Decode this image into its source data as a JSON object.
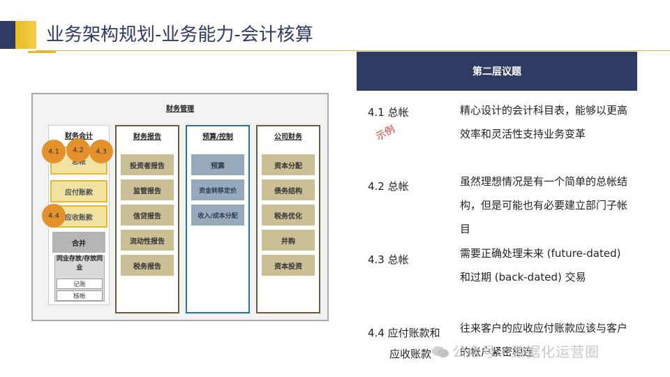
{
  "header": {
    "title": "业务架构规划-业务能力-会计核算"
  },
  "diagram": {
    "title": "财务管理",
    "col1": {
      "title": "财务会计",
      "boxes": [
        "总帐",
        "应付账款",
        "应收账款",
        "合并",
        "同业存放/存放同业"
      ],
      "sub": [
        "记账",
        "核帐"
      ],
      "circles": [
        "4.1",
        "4.2",
        "4.3",
        "4.4"
      ]
    },
    "col2": {
      "title": "财务报告",
      "boxes": [
        "投资者报告",
        "监管报告",
        "信贷报告",
        "流动性报告",
        "税务报告"
      ]
    },
    "col3": {
      "title": "预算/控制",
      "boxes": [
        "预算",
        "资金转移定价",
        "收入/成本分配"
      ]
    },
    "col4": {
      "title": "公司财务",
      "boxes": [
        "资本分配",
        "债务结构",
        "税务优化",
        "并购",
        "资本投资"
      ]
    }
  },
  "example_label": "示例",
  "panel": {
    "header": "第二层议题",
    "items": [
      {
        "label": "4.1 总帐",
        "desc": "精心设计的会计科目表，能够以更高效率和灵活性支持业务变革"
      },
      {
        "label": "4.2 总帐",
        "desc": "虽然理想情况是有一个简单的总帐结构，但是可能也有必要建立部门子帐目"
      },
      {
        "label": "4.3 总帐",
        "desc": "需要正确处理未来 (future-dated) 和过期  (back-dated) 交易"
      },
      {
        "label": "4.4 应付账款和",
        "label2": "应收账款",
        "desc": "往来客户的应收应付账款应该与客户的帐户紧密相连"
      }
    ]
  },
  "watermark": "公众号 · 数据化运营圈"
}
